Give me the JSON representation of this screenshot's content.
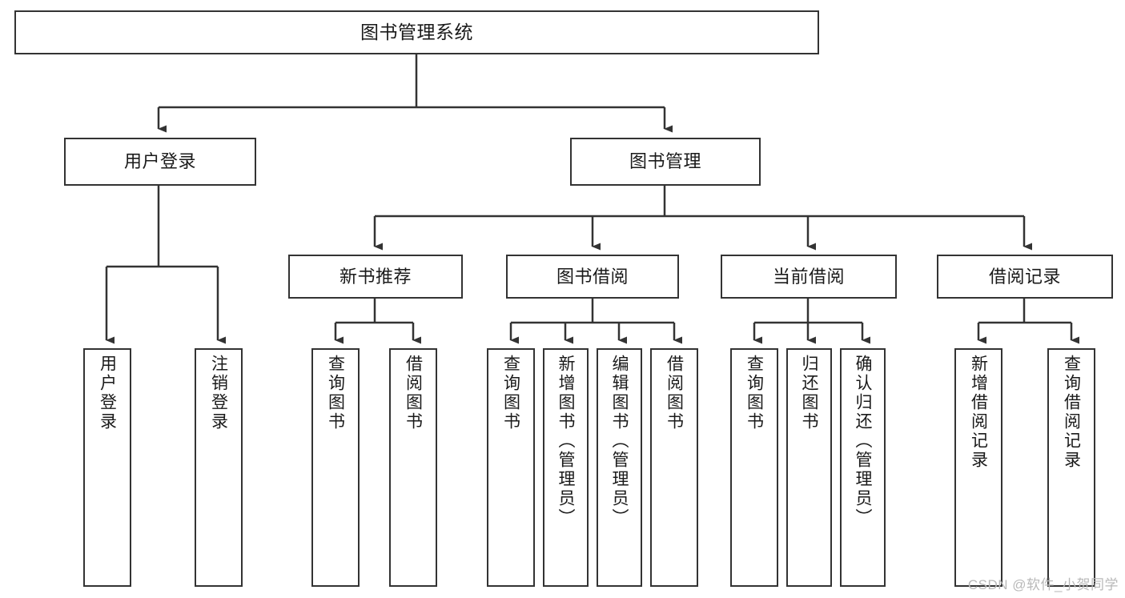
{
  "diagram": {
    "type": "tree",
    "title": "图书管理系统",
    "orientation": "top-down",
    "watermark": "CSDN @软件_小贺同学",
    "colors": {
      "background": "#ffffff",
      "box_border": "#333333",
      "box_fill": "#ffffff",
      "connector": "#333333",
      "text": "#1a1a1a",
      "watermark": "#b9b9b9"
    },
    "nodes": {
      "root": {
        "label": "图书管理系统"
      },
      "level2": [
        {
          "label": "用户登录"
        },
        {
          "label": "图书管理"
        }
      ],
      "level3": [
        {
          "label": "新书推荐"
        },
        {
          "label": "图书借阅"
        },
        {
          "label": "当前借阅"
        },
        {
          "label": "借阅记录"
        }
      ],
      "leaves": {
        "user_login": [
          {
            "label": "用户登录"
          },
          {
            "label": "注销登录"
          }
        ],
        "new_book": [
          {
            "label": "查询图书"
          },
          {
            "label": "借阅图书"
          }
        ],
        "borrow_book": [
          {
            "label": "查询图书"
          },
          {
            "label": "新增图书（管理员）"
          },
          {
            "label": "编辑图书（管理员）"
          },
          {
            "label": "借阅图书"
          }
        ],
        "current_borrow": [
          {
            "label": "查询图书"
          },
          {
            "label": "归还图书"
          },
          {
            "label": "确认归还（管理员）"
          }
        ],
        "borrow_record": [
          {
            "label": "新增借阅记录"
          },
          {
            "label": "查询借阅记录"
          }
        ]
      }
    }
  }
}
